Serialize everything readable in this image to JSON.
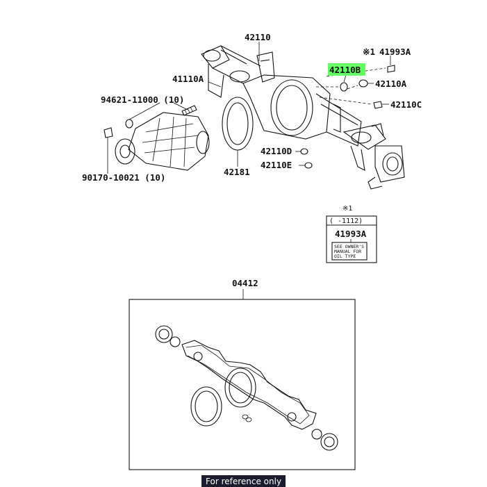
{
  "highlight_color": "#66ff66",
  "upper_labels": {
    "housing": "42110",
    "note_mark_1": "※1",
    "caution_label": "41993A",
    "highlighted_part": "42110B",
    "breather_plug": "42110A",
    "stud_bolt": "41110A",
    "vent_plug": "42110C",
    "pin": "94621-11000 (10)",
    "drain_plug": "90170-10021 (10)",
    "gasket": "42181",
    "plug_d": "42110D",
    "plug_e": "42110E"
  },
  "note_box": {
    "mark": "※1",
    "range": "(     -1112)",
    "part": "41993A",
    "label_lines": [
      "SEE OWNER'S",
      "MANUAL FOR",
      "OIL TYPE"
    ]
  },
  "kit": {
    "label": "04412"
  },
  "footer": {
    "reference_text": "For reference only"
  }
}
